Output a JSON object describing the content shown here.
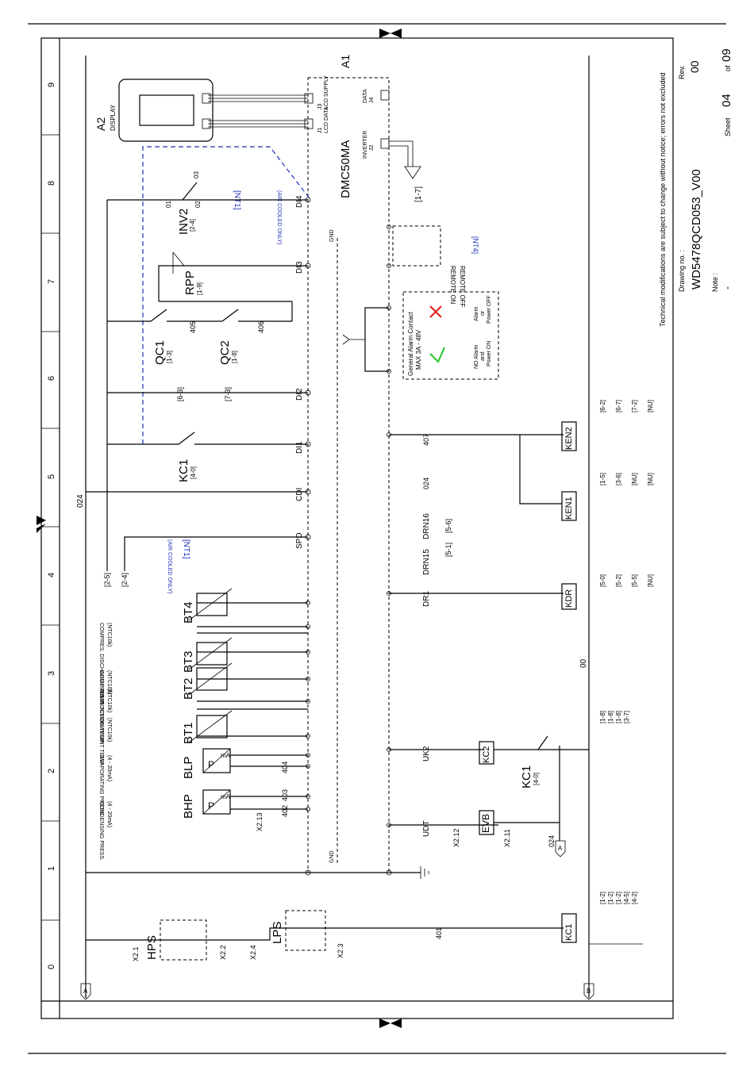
{
  "sheet": {
    "ruler_numbers": [
      "0",
      "1",
      "2",
      "3",
      "4",
      "5",
      "6",
      "7",
      "8",
      "9"
    ],
    "drawing_no_label": "Drawing no. :",
    "drawing_no": "WD5478QCD053_V00",
    "rev_label": "Rev.",
    "rev": "00",
    "note_label": "Note :",
    "note": "-",
    "sheet_label": "Sheet",
    "sheet_num": "04",
    "of_label": "of",
    "sheet_total": "09",
    "disclaimer": "Technical modifications are subject to change without notice; errors not excluded"
  },
  "labels": {
    "a1": "A1",
    "a2": "A2",
    "display": "DISPLAY",
    "controller": "DMC50MA",
    "inverter": "INVERTER",
    "ref_17": "[1-7]",
    "line_024": "024",
    "nt1": "[NT1]",
    "air_cooled": "(AIR COOLED ONLY)",
    "nt4": "[NT4]",
    "remote_on": "REMOTE ON",
    "remote_off": "REMOTE OFF",
    "alarm_title": "General Alarm Contact",
    "alarm_rating": "MAX 3A - 48V",
    "no_alarm": "NO Alarm",
    "and": "and",
    "power_on": "Power ON",
    "alarm": "Alarm",
    "or": "or",
    "power_off": "Power OFF",
    "ground": "GND",
    "lcd_data": "LCD DATA",
    "lcd_supply": "LCD SUPPLY",
    "data_j4": "DATA",
    "j4": "J4",
    "j3": "J3",
    "j1": "J1",
    "j2": "J2"
  },
  "components": {
    "hps": "HPS",
    "lps": "LPS",
    "bhp": "BHP",
    "blp": "BLP",
    "bt1": "BT1",
    "bt2": "BT2",
    "bt3": "BT3",
    "bt4": "BT4",
    "kc1": "KC1",
    "kc1_ref": "[4-0]",
    "qc1": "QC1",
    "qc1_ref": "[1-3]",
    "qc2": "QC2",
    "qc2_ref": "[1-8]",
    "rpp": "RPP",
    "rpp_ref": "[1-9]",
    "inv2": "INV2",
    "inv2_ref": "[2-4]",
    "evb": "EVB",
    "kc2": "KC2",
    "kdr": "KDR",
    "ken1": "KEN1",
    "ken2": "KEN2"
  },
  "sensor_desc": {
    "bhp": "CONDENSING PRESS.",
    "bhp_sub": "(4 - 20mA)",
    "blp": "EVAPORATING PRESS.",
    "blp_sub": "(4 - 20mA)",
    "bt1": "DEWPOINT TEMP",
    "bt2": "AIR IN TEMP",
    "bt3": "COMPRES. SUCTION TEMP",
    "bt4": "COMPRES. DISCHARGE TEMP",
    "ntc": "(NTC10k)"
  },
  "signals": {
    "spd": "SPD",
    "cdi": "CDI",
    "di1": "DI1",
    "di2": "DI2",
    "di3": "DI3",
    "di4": "DI4",
    "udt": "UDT",
    "uk2": "UK2",
    "dr1": "DR1",
    "drn15": "DRN15",
    "drn16": "DRN16",
    "w401": "401",
    "w402": "402",
    "w403": "403",
    "w404": "404",
    "w405": "405",
    "w406": "406",
    "w407": "407",
    "w00": "00"
  },
  "terminals": [
    "X2.1",
    "X2.2",
    "X2.4",
    "X2.3",
    "X2.13",
    "X2.12",
    "X2.11"
  ],
  "refs": {
    "r25": "[2-5]",
    "r24": "[2-4]",
    "r63": "[6-3]",
    "r73": "[7-3]",
    "r51": "[5-1]",
    "r56": "[5-6]"
  },
  "contact_tables": {
    "kc1": [
      "[1-2]",
      "[1-2]",
      "[1-2]",
      "[4-5]",
      "[4-2]"
    ],
    "kc2": [
      "[1-8]",
      "[1-8]",
      "[1-8]",
      "[3-7]"
    ],
    "kdr": [
      "[5-0]",
      "[5-2]",
      "[5-5]",
      "[NU]"
    ],
    "ken1": [
      "[1-5]",
      "[3-6]",
      "[NU]",
      "[NU]"
    ],
    "ken2": [
      "[6-2]",
      "[6-7]",
      "[7-2]",
      "[NU]"
    ]
  }
}
